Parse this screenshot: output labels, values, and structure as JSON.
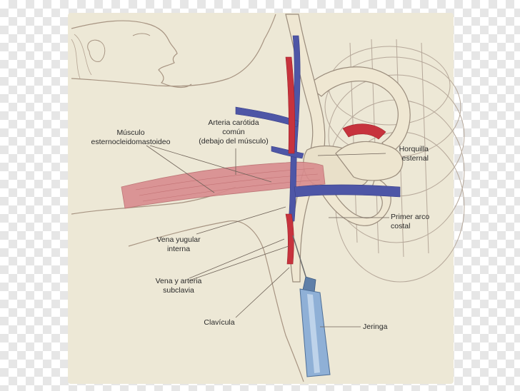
{
  "colors": {
    "paper": "#ede8d6",
    "bone": "#efe7d2",
    "muscle": "#d98c8e",
    "artery": "#c7333d",
    "vein": "#4e56a6",
    "ink": "#8a7a6c",
    "syringe": "#8fb0d6"
  },
  "labels": {
    "esternocleido": {
      "line1": "Músculo",
      "line2": "esternocleidomastoideo"
    },
    "carotida": {
      "line1": "Arteria carótida",
      "line2": "común",
      "line3": "(debajo del músculo)"
    },
    "horquilla": {
      "line1": "Horquilla",
      "line2": "esternal"
    },
    "primer_arco": {
      "line1": "Primer arco",
      "line2": "costal"
    },
    "vena_yugular": {
      "line1": "Vena yugular",
      "line2": "interna"
    },
    "subclavia": {
      "line1": "Vena y arteria",
      "line2": "subclavia"
    },
    "clavicula": {
      "line1": "Clavícula"
    },
    "jeringa": {
      "line1": "Jeringa"
    }
  }
}
